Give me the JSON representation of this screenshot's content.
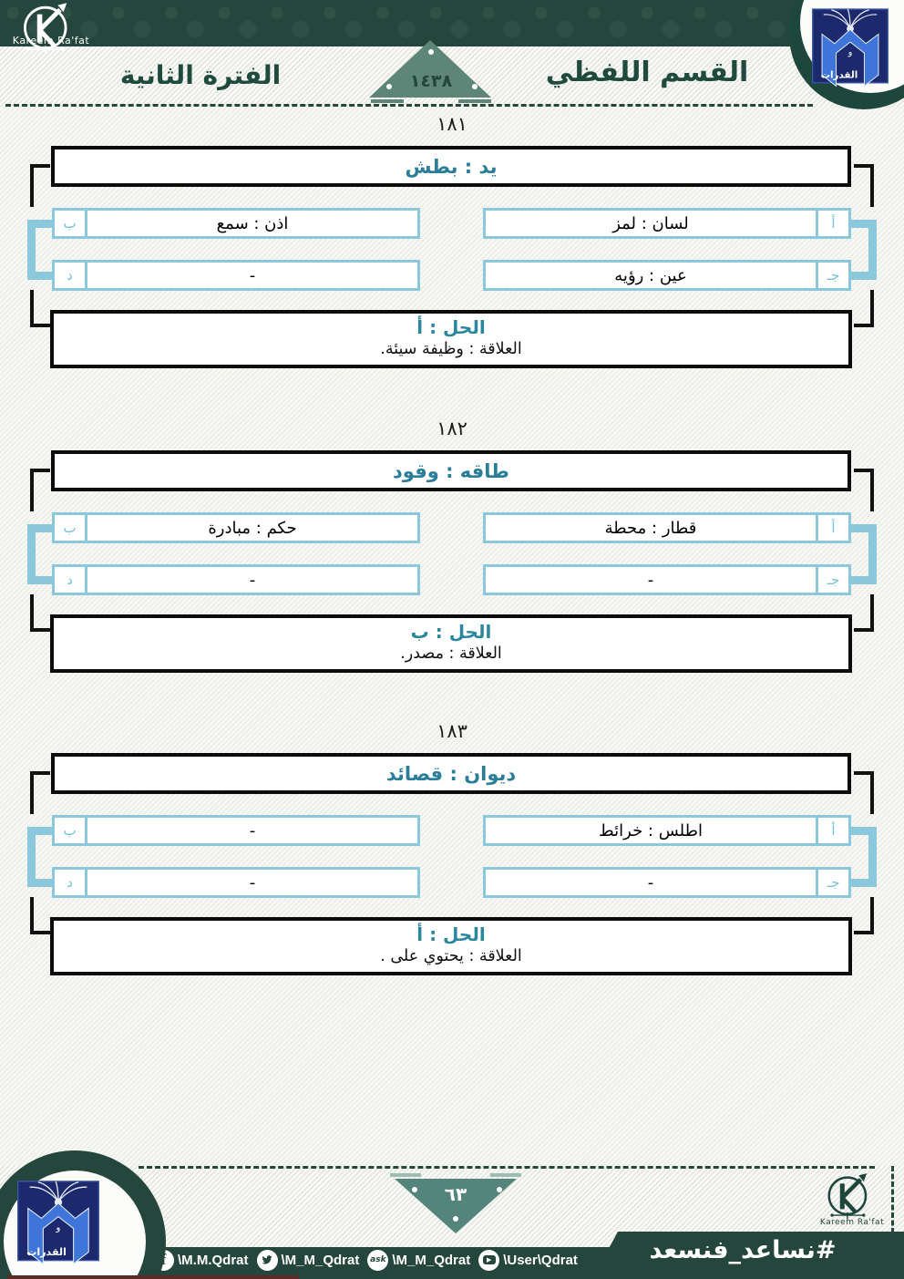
{
  "header": {
    "brand_left": "Kareem Ra'fat",
    "section_title": "القسم اللفظي",
    "period_title": "الفترة الثانية",
    "year_badge": "١٤٣٨",
    "logo_text": "القدرات"
  },
  "questions": [
    {
      "number": "١٨١",
      "prompt": "يد : بطش",
      "options": [
        {
          "letter": "أ",
          "text": "لسان : لمز"
        },
        {
          "letter": "ب",
          "text": "اذن : سمع"
        },
        {
          "letter": "جـ",
          "text": "عين : رؤيه"
        },
        {
          "letter": "د",
          "text": "-"
        }
      ],
      "answer": "الحل : أ",
      "relation": "العلاقة : وظيفة سيئة."
    },
    {
      "number": "١٨٢",
      "prompt": "طاقه : وقود",
      "options": [
        {
          "letter": "أ",
          "text": "قطار : محطة"
        },
        {
          "letter": "ب",
          "text": "حكم : مبادرة"
        },
        {
          "letter": "جـ",
          "text": "-"
        },
        {
          "letter": "د",
          "text": "-"
        }
      ],
      "answer": "الحل : ب",
      "relation": "العلاقة : مصدر."
    },
    {
      "number": "١٨٣",
      "prompt": "ديوان : قصائد",
      "options": [
        {
          "letter": "أ",
          "text": "اطلس : خرائط"
        },
        {
          "letter": "ب",
          "text": "-"
        },
        {
          "letter": "جـ",
          "text": "-"
        },
        {
          "letter": "د",
          "text": "-"
        }
      ],
      "answer": "الحل : أ",
      "relation": "العلاقة : يحتوي على ."
    }
  ],
  "footer": {
    "page_badge": "٦٣",
    "hashtag": "#نساعد_فنسعد",
    "brand_right": "Kareem Ra'fat",
    "logo_text": "القدرات",
    "socials": [
      {
        "icon": "facebook-icon",
        "glyph": "f",
        "handle": "\\M.M.Qdrat"
      },
      {
        "icon": "twitter-icon",
        "glyph": "",
        "handle": "\\M_M_Qdrat"
      },
      {
        "icon": "ask-icon",
        "glyph": "ask",
        "handle": "\\M_M_Qdrat"
      },
      {
        "icon": "youtube-icon",
        "glyph": "",
        "handle": "\\User\\Qdrat"
      }
    ]
  },
  "colors": {
    "dark_green": "#24463c",
    "teal_text": "#2b7e9a",
    "option_blue": "#8bc8dc",
    "triangle_green": "#5d8578",
    "footer_triangle_green": "#53857a",
    "logo_navy": "#1c2a6d",
    "book_blue": "#3f74d8"
  }
}
